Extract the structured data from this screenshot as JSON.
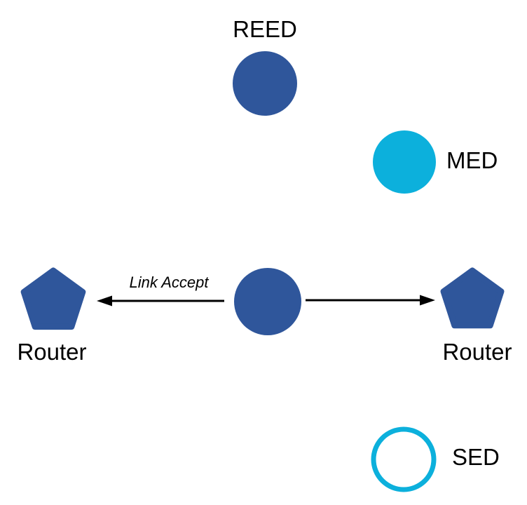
{
  "colors": {
    "node_blue": "#2f569b",
    "node_cyan": "#0cb0dc",
    "arrow_black": "#000000",
    "background": "#ffffff"
  },
  "nodes": {
    "reed": {
      "label": "REED",
      "shape": "filled-circle",
      "color": "#2f569b"
    },
    "med": {
      "label": "MED",
      "shape": "filled-circle",
      "color": "#0cb0dc"
    },
    "center": {
      "shape": "filled-circle",
      "color": "#2f569b"
    },
    "router_left": {
      "label": "Router",
      "shape": "pentagon",
      "color": "#2f569b"
    },
    "router_right": {
      "label": "Router",
      "shape": "pentagon",
      "color": "#2f569b"
    },
    "sed": {
      "label": "SED",
      "shape": "outlined-circle",
      "color": "#0cb0dc"
    }
  },
  "edges": {
    "left": {
      "label": "Link Accept",
      "style": "arrow-left"
    },
    "right": {
      "label": "",
      "style": "arrow-right"
    }
  }
}
